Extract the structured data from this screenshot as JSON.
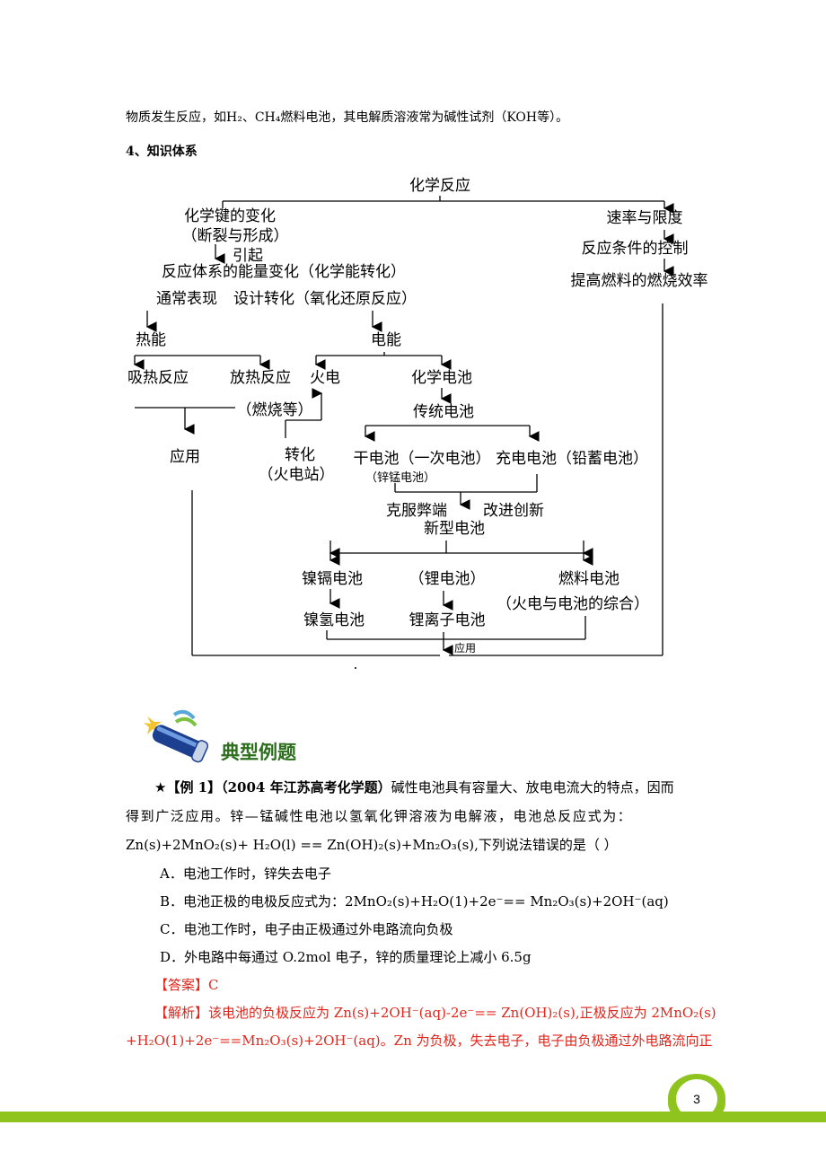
{
  "intro_line": "物质发生反应，如H₂、CH₄燃料电池，其电解质溶液常为碱性试剂（KOH等）。",
  "section_title": "4、知识体系",
  "diagram": {
    "root": "化学反应",
    "bond_change": "化学键的变化",
    "bond_change_sub": "（断裂与形成）",
    "cause": "引起",
    "energy_change": "反应体系的能量变化（化学能转化）",
    "usually": "通常表现",
    "design": "设计转化（氧化还原反应）",
    "heat": "热能",
    "electric": "电能",
    "endo": "吸热反应",
    "exo": "放热反应",
    "burning": "（燃烧等）",
    "thermal_power": "火电",
    "chem_battery": "化学电池",
    "traditional": "传统电池",
    "application_left": "应用",
    "conversion": "转化",
    "power_station": "（火电站）",
    "dry_cell": "干电池（一次电池）",
    "zn_mn": "（锌锰电池）",
    "rechargeable": "充电电池（铅蓄电池）",
    "overcome": "克服弊端",
    "improve": "改进创新",
    "new_battery": "新型电池",
    "nicd": "镍镉电池",
    "lithium": "（锂电池）",
    "fuel_cell": "燃料电池",
    "nimh": "镍氢电池",
    "li_ion": "锂离子电池",
    "fuel_cell_note": "（火电与电池的综合）",
    "application_bottom": "应用",
    "rate": "速率与限度",
    "condition_control": "反应条件的控制",
    "efficiency": "提高燃料的燃烧效率"
  },
  "examples_title": "典型例题",
  "example1": {
    "star": "★",
    "label": "【例 1】",
    "source": "（2004 年江苏高考化学题）",
    "text1": "碱性电池具有容量大、放电电流大的特点，因而",
    "text2": "得到广泛应用。锌—锰碱性电池以氢氧化钾溶液为电解液，电池总反应式为：",
    "text3": "Zn(s)+2MnO₂(s)+ H₂O(l) == Zn(OH)₂(s)+Mn₂O₃(s),下列说法错误的是（    ）",
    "optA": "A．电池工作时，锌失去电子",
    "optB": "B．电池正极的电极反应式为：2MnO₂(s)+H₂O(1)+2e⁻== Mn₂O₃(s)+2OH⁻(aq)",
    "optC": "C．电池工作时，电子由正极通过外电路流向负极",
    "optD": "D．外电路中每通过 O.2mol 电子，锌的质量理论上减小 6.5g",
    "answer_label": "【答案】",
    "answer": "C",
    "analysis_label": "【解析】",
    "analysis1": "该电池的负极反应为 Zn(s)+2OH⁻(aq)-2e⁻== Zn(OH)₂(s),正极反应为 2MnO₂(s)",
    "analysis2": "+H₂O(1)+2e⁻==Mn₂O₃(s)+2OH⁻(aq)。Zn 为负极，失去电子，电子由负极通过外电路流向正"
  },
  "page_number": "3",
  "colors": {
    "accent_green": "#8fc41f",
    "answer_red": "#e0261c",
    "title_green": "#2d6e1e"
  }
}
